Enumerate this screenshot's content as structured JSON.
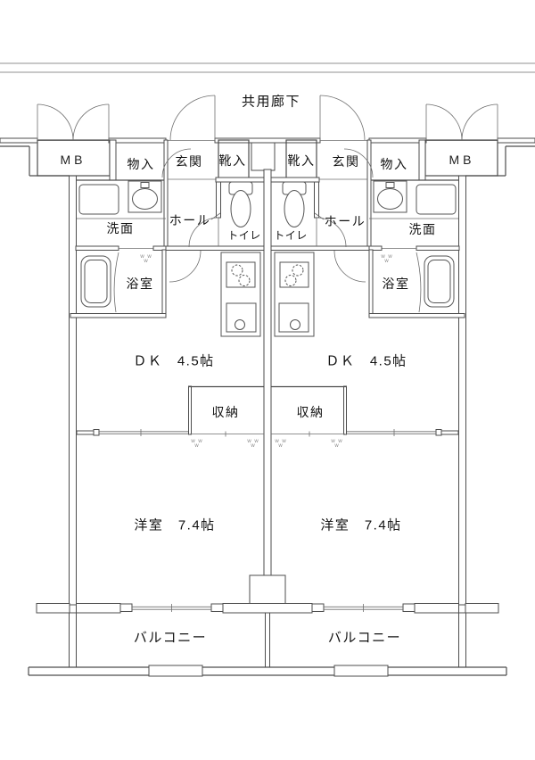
{
  "corridor": {
    "label": "共用廊下"
  },
  "meter_box": {
    "label": "MB"
  },
  "rooms_left": {
    "storage": "物入",
    "entrance": "玄関",
    "shoes": "靴入",
    "washroom": "洗面",
    "hall": "ホール",
    "toilet": "トイレ",
    "bath": "浴室",
    "dining_kitchen": "ＤＫ　4.5帖",
    "closet": "収納",
    "bedroom": "洋室　7.4帖",
    "balcony": "バルコニー"
  },
  "rooms_right": {
    "storage": "物入",
    "entrance": "玄関",
    "shoes": "靴入",
    "washroom": "洗面",
    "hall": "ホール",
    "toilet": "トイレ",
    "bath": "浴室",
    "dining_kitchen": "ＤＫ　4.5帖",
    "closet": "収納",
    "bedroom": "洋室　7.4帖",
    "balcony": "バルコニー"
  },
  "marks": {
    "row1": "w w",
    "row2": "w"
  },
  "colors": {
    "line": "#4d4d4d",
    "thin_line": "#6e6e6e",
    "text": "#111111",
    "background": "#ffffff"
  }
}
